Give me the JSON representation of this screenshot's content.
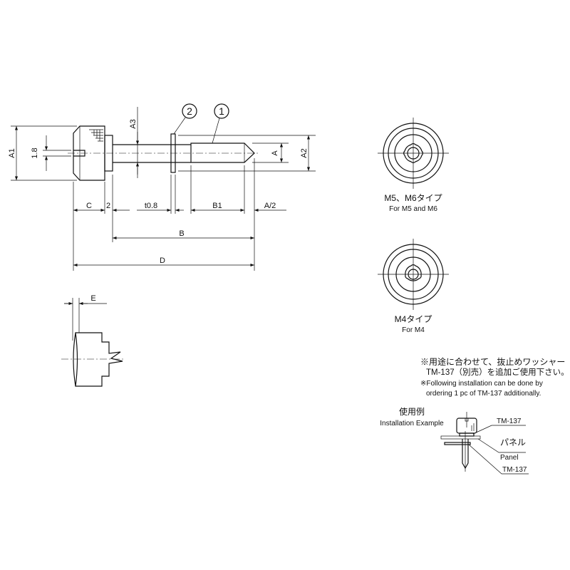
{
  "side_view": {
    "balloons": [
      "2",
      "1"
    ],
    "dims": {
      "a1": "A1",
      "d18": "1.8",
      "a3": "A3",
      "a": "A",
      "a2": "A2",
      "c": "C",
      "two": "2",
      "t08": "t0.8",
      "b1": "B1",
      "a_half": "A/2",
      "b": "B",
      "d": "D"
    }
  },
  "section_view": {
    "e": "E"
  },
  "front_views": [
    {
      "label_ja": "M5、M6タイプ",
      "label_en": "For M5 and M6"
    },
    {
      "label_ja": "M4タイプ",
      "label_en": "For M4"
    }
  ],
  "note": {
    "ja_line1": "※用途に合わせて、抜止めワッシャー",
    "ja_line2": "TM-137（別売）を追加ご使用下さい。",
    "en_line1": "※Following installation can be done by",
    "en_line2": "ordering 1 pc of TM-137 additionally."
  },
  "installation": {
    "title_ja": "使用例",
    "title_en": "Installation Example",
    "washer_top": "TM-137",
    "panel_ja": "パネル",
    "panel_en": "Panel",
    "washer_bottom": "TM-137"
  }
}
